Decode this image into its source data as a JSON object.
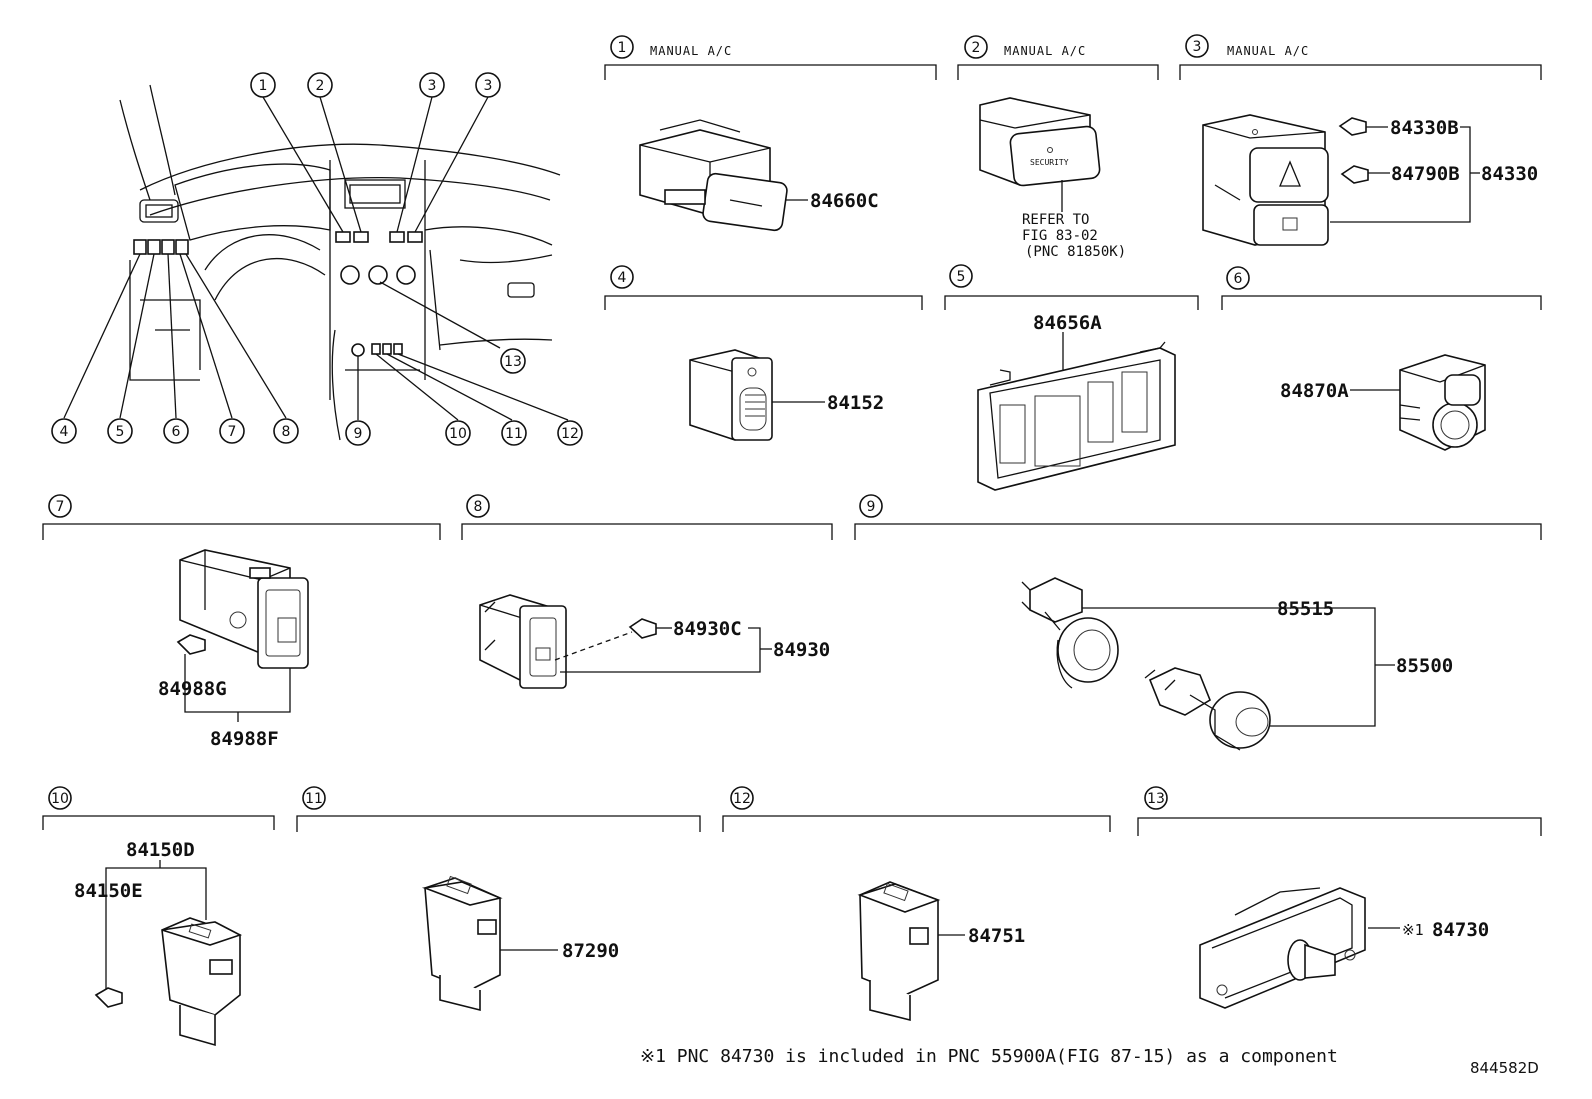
{
  "overview": {
    "callouts": [
      "1",
      "2",
      "3",
      "3",
      "4",
      "5",
      "6",
      "7",
      "8",
      "9",
      "10",
      "11",
      "12",
      "13"
    ]
  },
  "sections": [
    {
      "num": "1",
      "title": "MANUAL A/C",
      "parts": [
        "84660C"
      ]
    },
    {
      "num": "2",
      "title": "MANUAL A/C",
      "parts": [],
      "refer": [
        "REFER TO",
        "FIG 83-02",
        "(PNC 81850K)"
      ],
      "button_text": "SECURITY"
    },
    {
      "num": "3",
      "title": "MANUAL A/C",
      "parts": [
        "84330B",
        "84790B",
        "84330"
      ]
    },
    {
      "num": "4",
      "title": "",
      "parts": [
        "84152"
      ]
    },
    {
      "num": "5",
      "title": "",
      "parts": [
        "84656A"
      ]
    },
    {
      "num": "6",
      "title": "",
      "parts": [
        "84870A"
      ]
    },
    {
      "num": "7",
      "title": "",
      "parts": [
        "84988G",
        "84988F"
      ]
    },
    {
      "num": "8",
      "title": "",
      "parts": [
        "84930C",
        "84930"
      ]
    },
    {
      "num": "9",
      "title": "",
      "parts": [
        "85515",
        "85500"
      ]
    },
    {
      "num": "10",
      "title": "",
      "parts": [
        "84150D",
        "84150E"
      ]
    },
    {
      "num": "11",
      "title": "",
      "parts": [
        "87290"
      ]
    },
    {
      "num": "12",
      "title": "",
      "parts": [
        "84751"
      ]
    },
    {
      "num": "13",
      "title": "",
      "parts": [
        "84730"
      ],
      "prefix": "※1"
    }
  ],
  "footnote": "※1 PNC 84730 is included in PNC 55900A(FIG 87-15) as a component",
  "figure_id": "844582D"
}
